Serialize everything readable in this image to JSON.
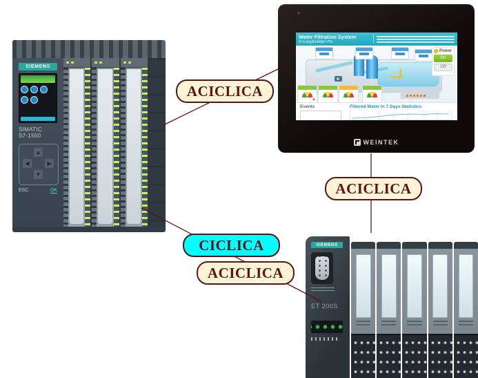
{
  "connections": {
    "plc_to_hmi": {
      "label": "ACICLICA",
      "style": "acyclic"
    },
    "hmi_to_remote_io": {
      "label": "ACICLICA",
      "style": "acyclic"
    },
    "plc_to_remote_io_cyclic": {
      "label": "CICLICA",
      "style": "cyclic"
    },
    "plc_to_remote_io_acyclic": {
      "label": "ACICLICA",
      "style": "acyclic"
    },
    "colors": {
      "acyclic_label_bg": "#fdf3d7",
      "cyclic_label_bg": "#00ffff",
      "label_text": "#5a1414",
      "line": "#5a1414"
    }
  },
  "plc": {
    "brand": "SIEMENS",
    "family": "SIMATIC",
    "model": "S7-1500",
    "keypad_esc": "ESC",
    "keypad_ok": "OK",
    "brand_color": "#2aa79e"
  },
  "hmi": {
    "brand": "WEINTEK",
    "screen": {
      "title": "Water Filtration System",
      "subtitle": "in EasyBuilder Pro",
      "power_label": "Power",
      "power_on": "On",
      "power_off": "Off",
      "events_label": "Events",
      "stats_title": "Filtered Water in 7 Days Statistics",
      "header_color": "#2bb0c4",
      "on_button_color": "#7ab32a"
    }
  },
  "remote_io": {
    "brand": "SIEMENS",
    "model": "ET 200S",
    "brand_color": "#2aa79e"
  }
}
